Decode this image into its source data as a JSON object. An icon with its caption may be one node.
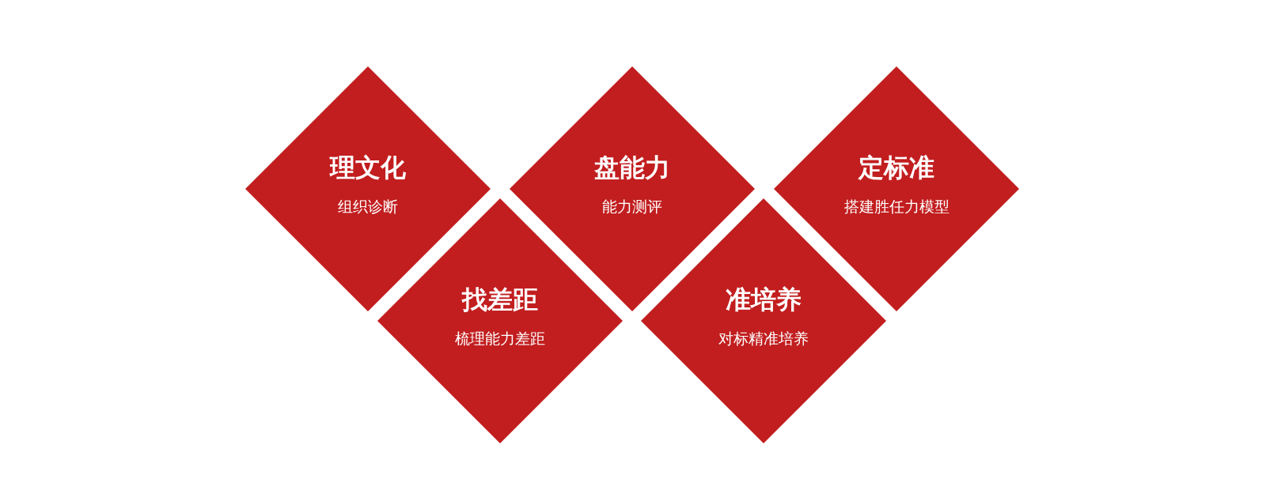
{
  "diagram": {
    "nodes": [
      {
        "text": [
          "理文化",
          "组织诊断"
        ]
      },
      {
        "text": [
          "盘能力",
          "能力测评"
        ]
      },
      {
        "text": [
          "定标准",
          "搭建胜任力模型"
        ]
      },
      {
        "text": [
          "找差距",
          "梳理能力差距"
        ]
      },
      {
        "text": [
          "准培养",
          "对标精准培养"
        ]
      }
    ]
  }
}
